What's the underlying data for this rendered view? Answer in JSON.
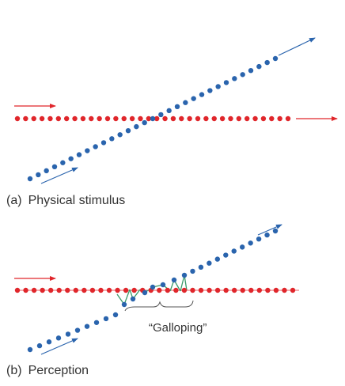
{
  "captions": {
    "a_label": "(a)",
    "a_text": "Physical stimulus",
    "b_label": "(b)",
    "b_text": "Perception"
  },
  "annotation": {
    "galloping": "“Galloping”"
  },
  "colors": {
    "red_dots": "#e0262b",
    "blue_dots": "#2a64ad",
    "red_arrow": "#e0262b",
    "blue_arrow": "#2a64ad",
    "gallop_line": "#3a9a6a",
    "caption_text": "#333333"
  },
  "panels": [
    {
      "id": "physical-stimulus",
      "red_dot_count": 34,
      "blue_dot_count": 31
    },
    {
      "id": "perception",
      "red_dot_count": 34,
      "blue_dot_count": 31,
      "shows_galloping": true
    }
  ]
}
